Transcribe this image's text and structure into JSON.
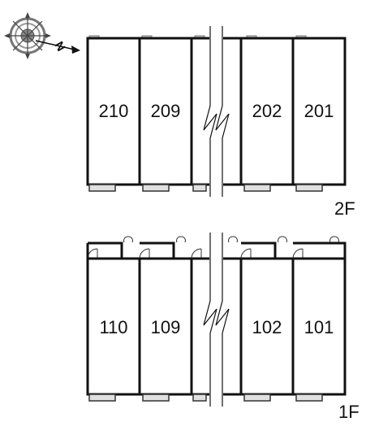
{
  "compass": {
    "icon": "compass-icon",
    "label": "N"
  },
  "floors": [
    {
      "label": "2F",
      "rooms": [
        {
          "number": "210"
        },
        {
          "number": "209"
        },
        {
          "number": "202"
        },
        {
          "number": "201"
        }
      ]
    },
    {
      "label": "1F",
      "rooms": [
        {
          "number": "110"
        },
        {
          "number": "109"
        },
        {
          "number": "102"
        },
        {
          "number": "101"
        }
      ]
    }
  ]
}
